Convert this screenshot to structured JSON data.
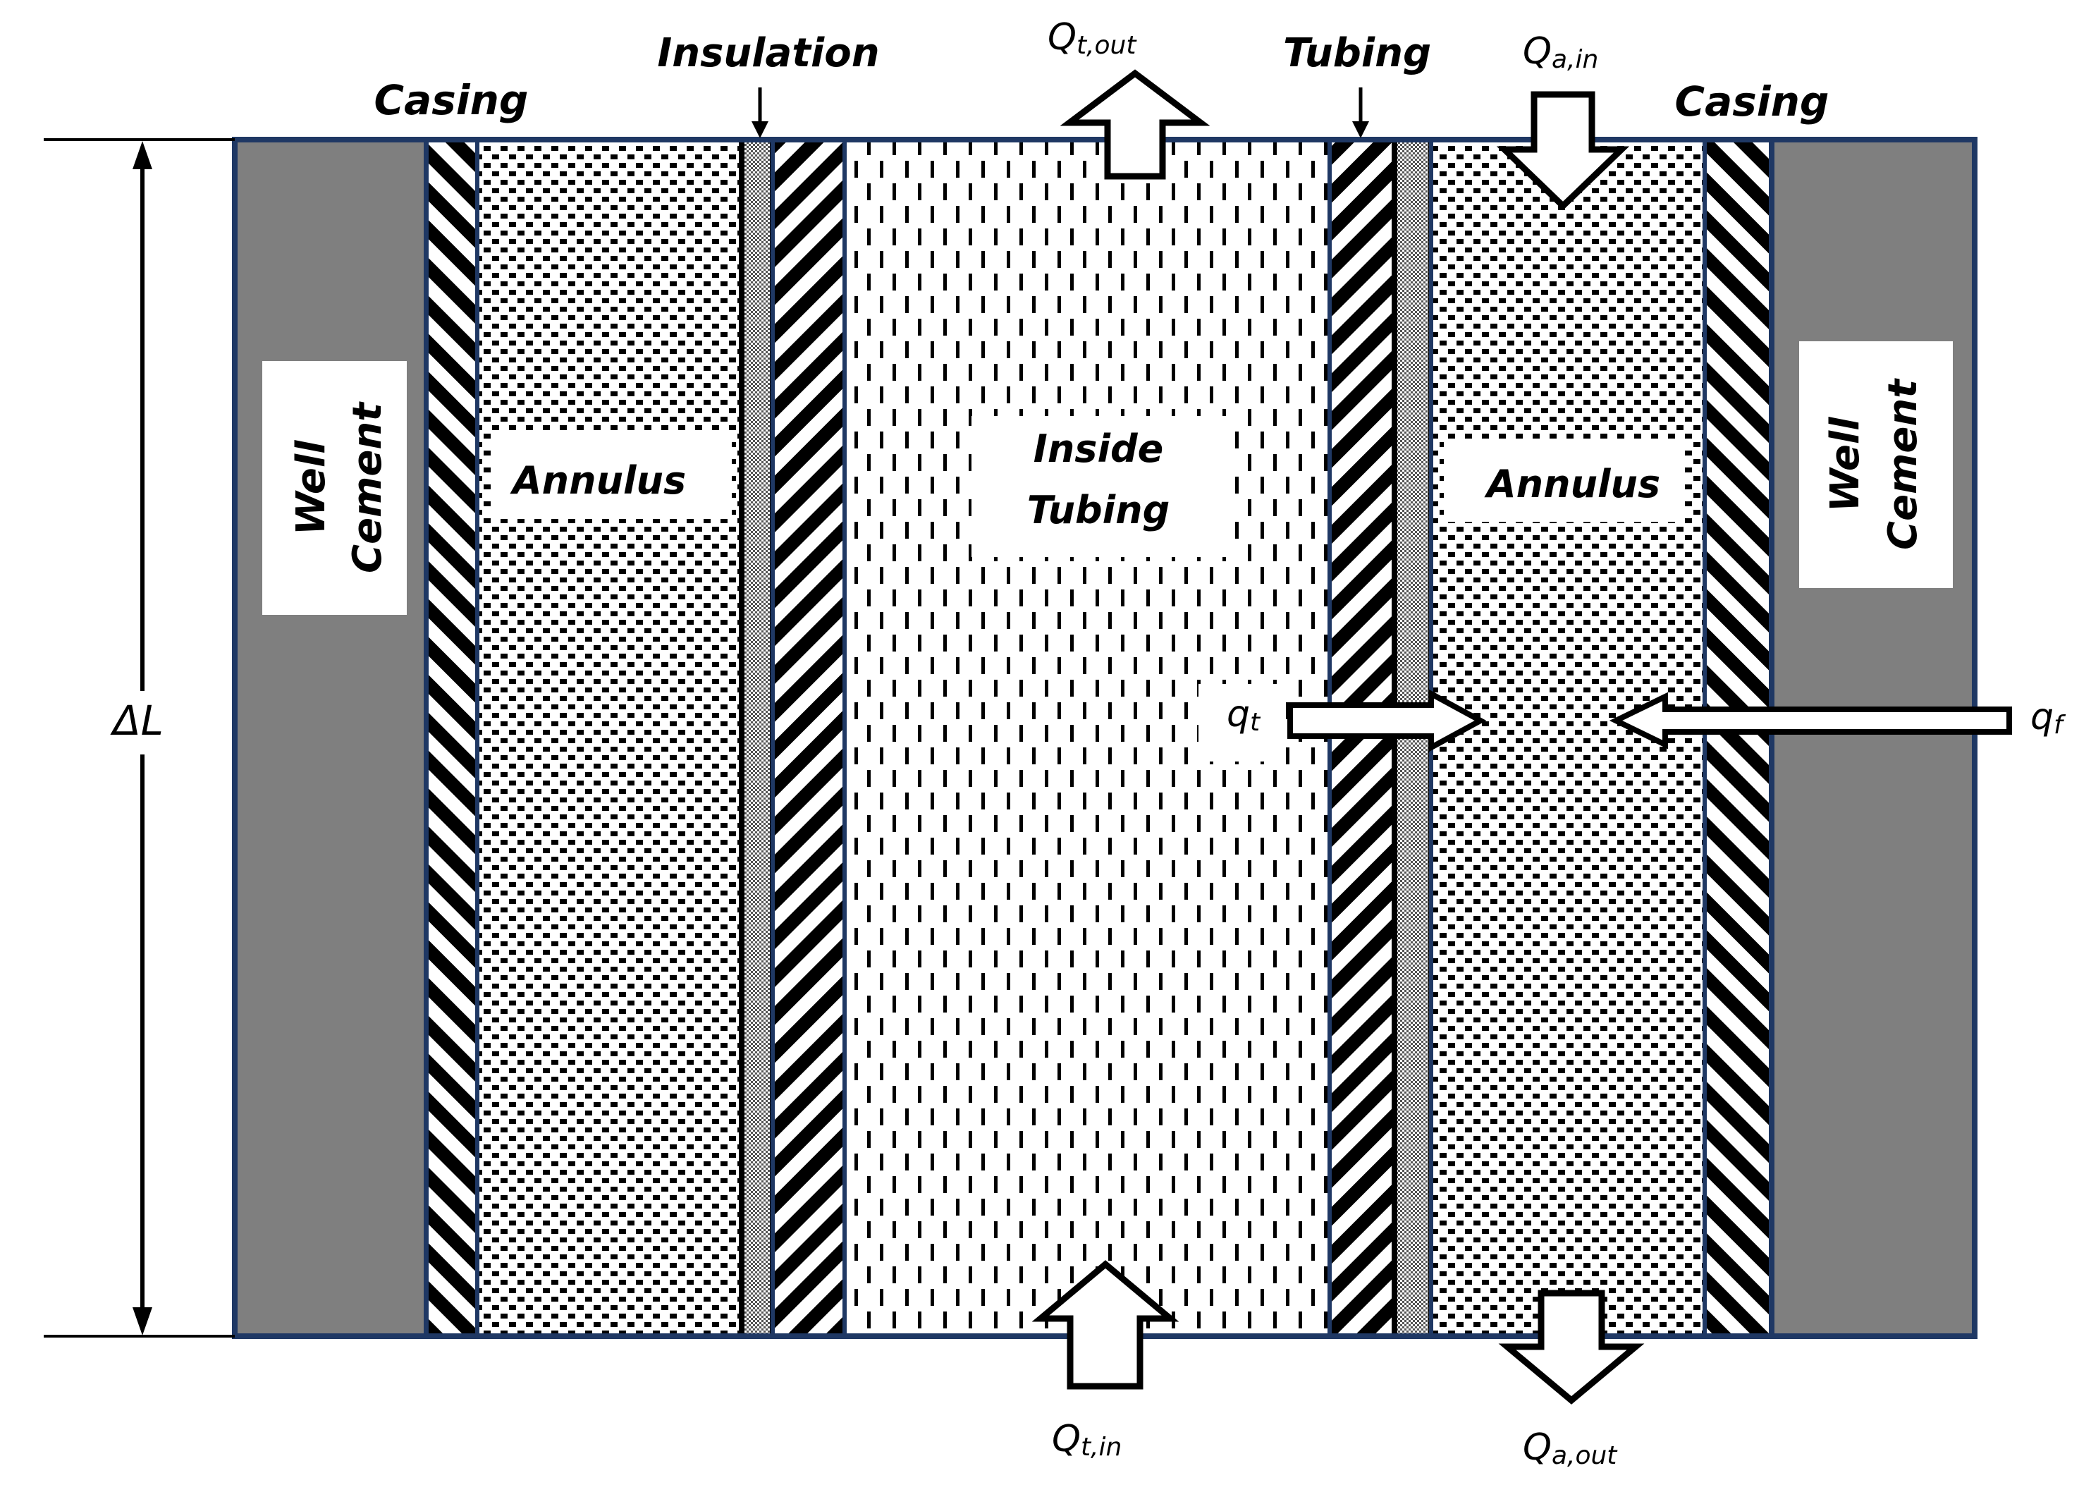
{
  "labels": {
    "casing_left": "Casing",
    "casing_right": "Casing",
    "insulation": "Insulation",
    "tubing": "Tubing",
    "well_cement_left_line1": "Well",
    "well_cement_left_line2": "Cement",
    "well_cement_right_line1": "Well",
    "well_cement_right_line2": "Cement",
    "annulus_left": "Annulus",
    "annulus_right": "Annulus",
    "inside_tubing_line1": "Inside",
    "inside_tubing_line2": "Tubing",
    "delta_l": "ΔL",
    "q_t_out_base": "Q",
    "q_t_out_sub": "t,out",
    "q_a_in_base": "Q",
    "q_a_in_sub": "a,in",
    "q_t_in_base": "Q",
    "q_t_in_sub": "t,in",
    "q_a_out_base": "Q",
    "q_a_out_sub": "a,out",
    "q_t_base": "q",
    "q_t_sub": "t",
    "q_f_base": "q",
    "q_f_sub": "f"
  },
  "colors": {
    "cement": "#7f7f7f",
    "wall_outline": "#1f3864",
    "hatch": "#000000",
    "background": "#ffffff"
  }
}
